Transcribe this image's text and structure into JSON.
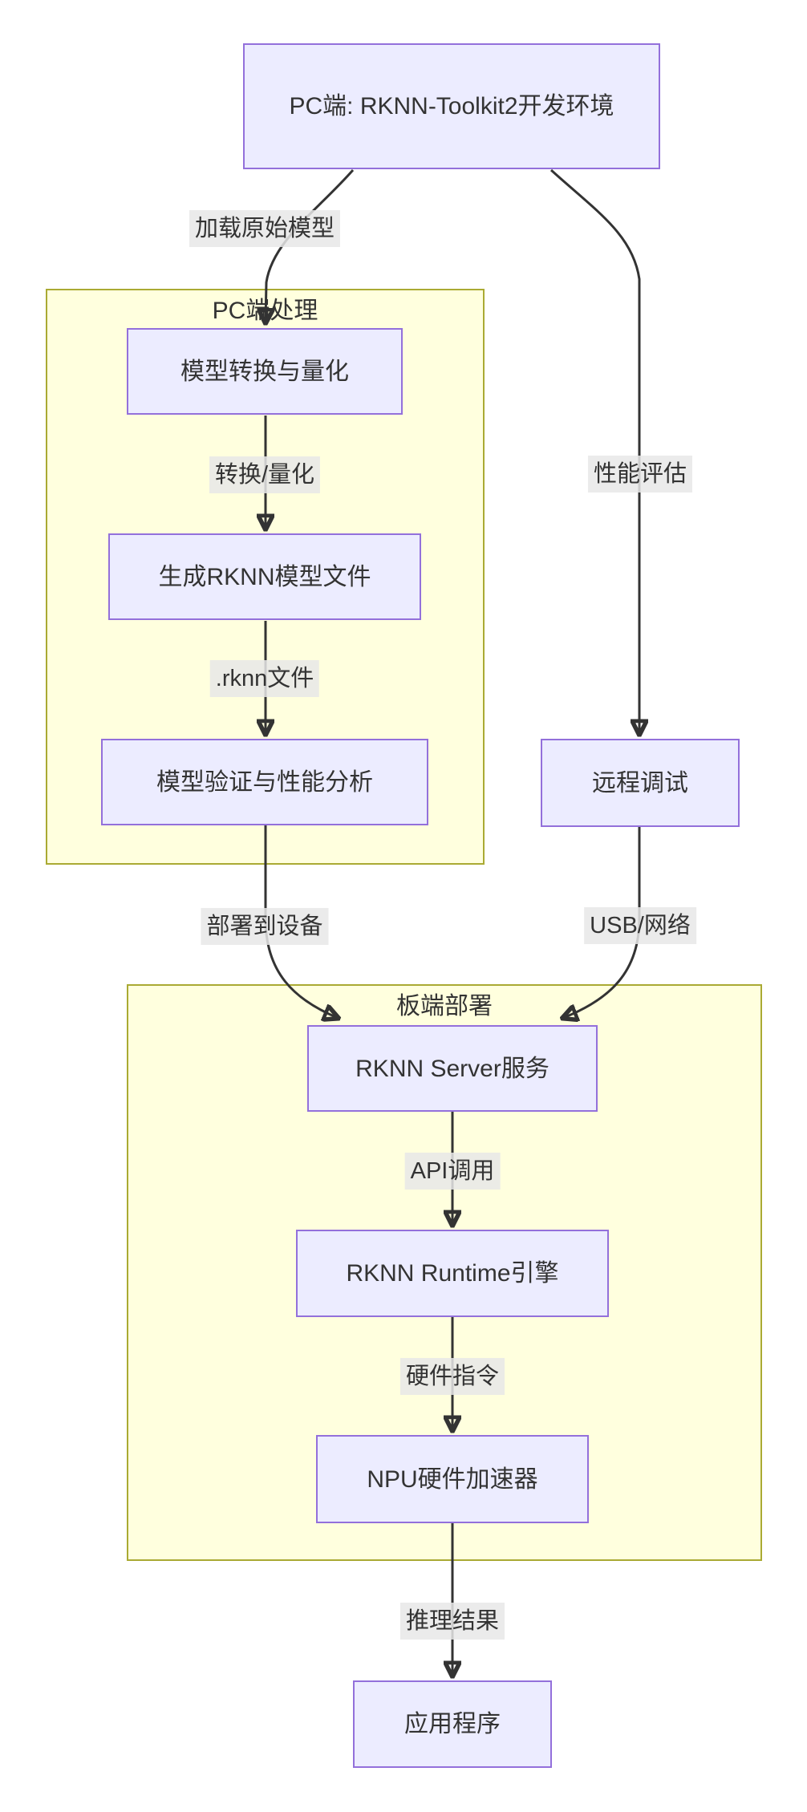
{
  "diagram": {
    "type": "flowchart",
    "direction": "top-down",
    "nodes": {
      "pc_env": {
        "label": "PC端: RKNN-Toolkit2开发环境"
      },
      "convert": {
        "label": "模型转换与量化"
      },
      "generate": {
        "label": "生成RKNN模型文件"
      },
      "validate": {
        "label": "模型验证与性能分析"
      },
      "remote_debug": {
        "label": "远程调试"
      },
      "rknn_server": {
        "label": "RKNN Server服务"
      },
      "runtime": {
        "label": "RKNN Runtime引擎"
      },
      "npu": {
        "label": "NPU硬件加速器"
      },
      "app": {
        "label": "应用程序"
      }
    },
    "clusters": {
      "pc": {
        "title": "PC端处理"
      },
      "board": {
        "title": "板端部署"
      }
    },
    "edge_labels": {
      "load_model": "加载原始模型",
      "convert_quant": "转换/量化",
      "rknn_file": ".rknn文件",
      "deploy": "部署到设备",
      "perf_eval": "性能评估",
      "usb_net": "USB/网络",
      "api_call": "API调用",
      "hw_inst": "硬件指令",
      "infer_result": "推理结果"
    },
    "edges": [
      {
        "from": "pc_env",
        "to": "convert",
        "label": "加载原始模型"
      },
      {
        "from": "convert",
        "to": "generate",
        "label": "转换/量化"
      },
      {
        "from": "generate",
        "to": "validate",
        "label": ".rknn文件"
      },
      {
        "from": "validate",
        "to": "rknn_server",
        "label": "部署到设备"
      },
      {
        "from": "pc_env",
        "to": "remote_debug",
        "label": "性能评估"
      },
      {
        "from": "remote_debug",
        "to": "rknn_server",
        "label": "USB/网络"
      },
      {
        "from": "rknn_server",
        "to": "runtime",
        "label": "API调用"
      },
      {
        "from": "runtime",
        "to": "npu",
        "label": "硬件指令"
      },
      {
        "from": "npu",
        "to": "app",
        "label": "推理结果"
      }
    ],
    "colors": {
      "node_fill": "#ECECFF",
      "node_border": "#9370DB",
      "cluster_fill": "#FFFFDE",
      "cluster_border": "#AAAA33",
      "edge": "#333333",
      "text": "#333333"
    }
  }
}
